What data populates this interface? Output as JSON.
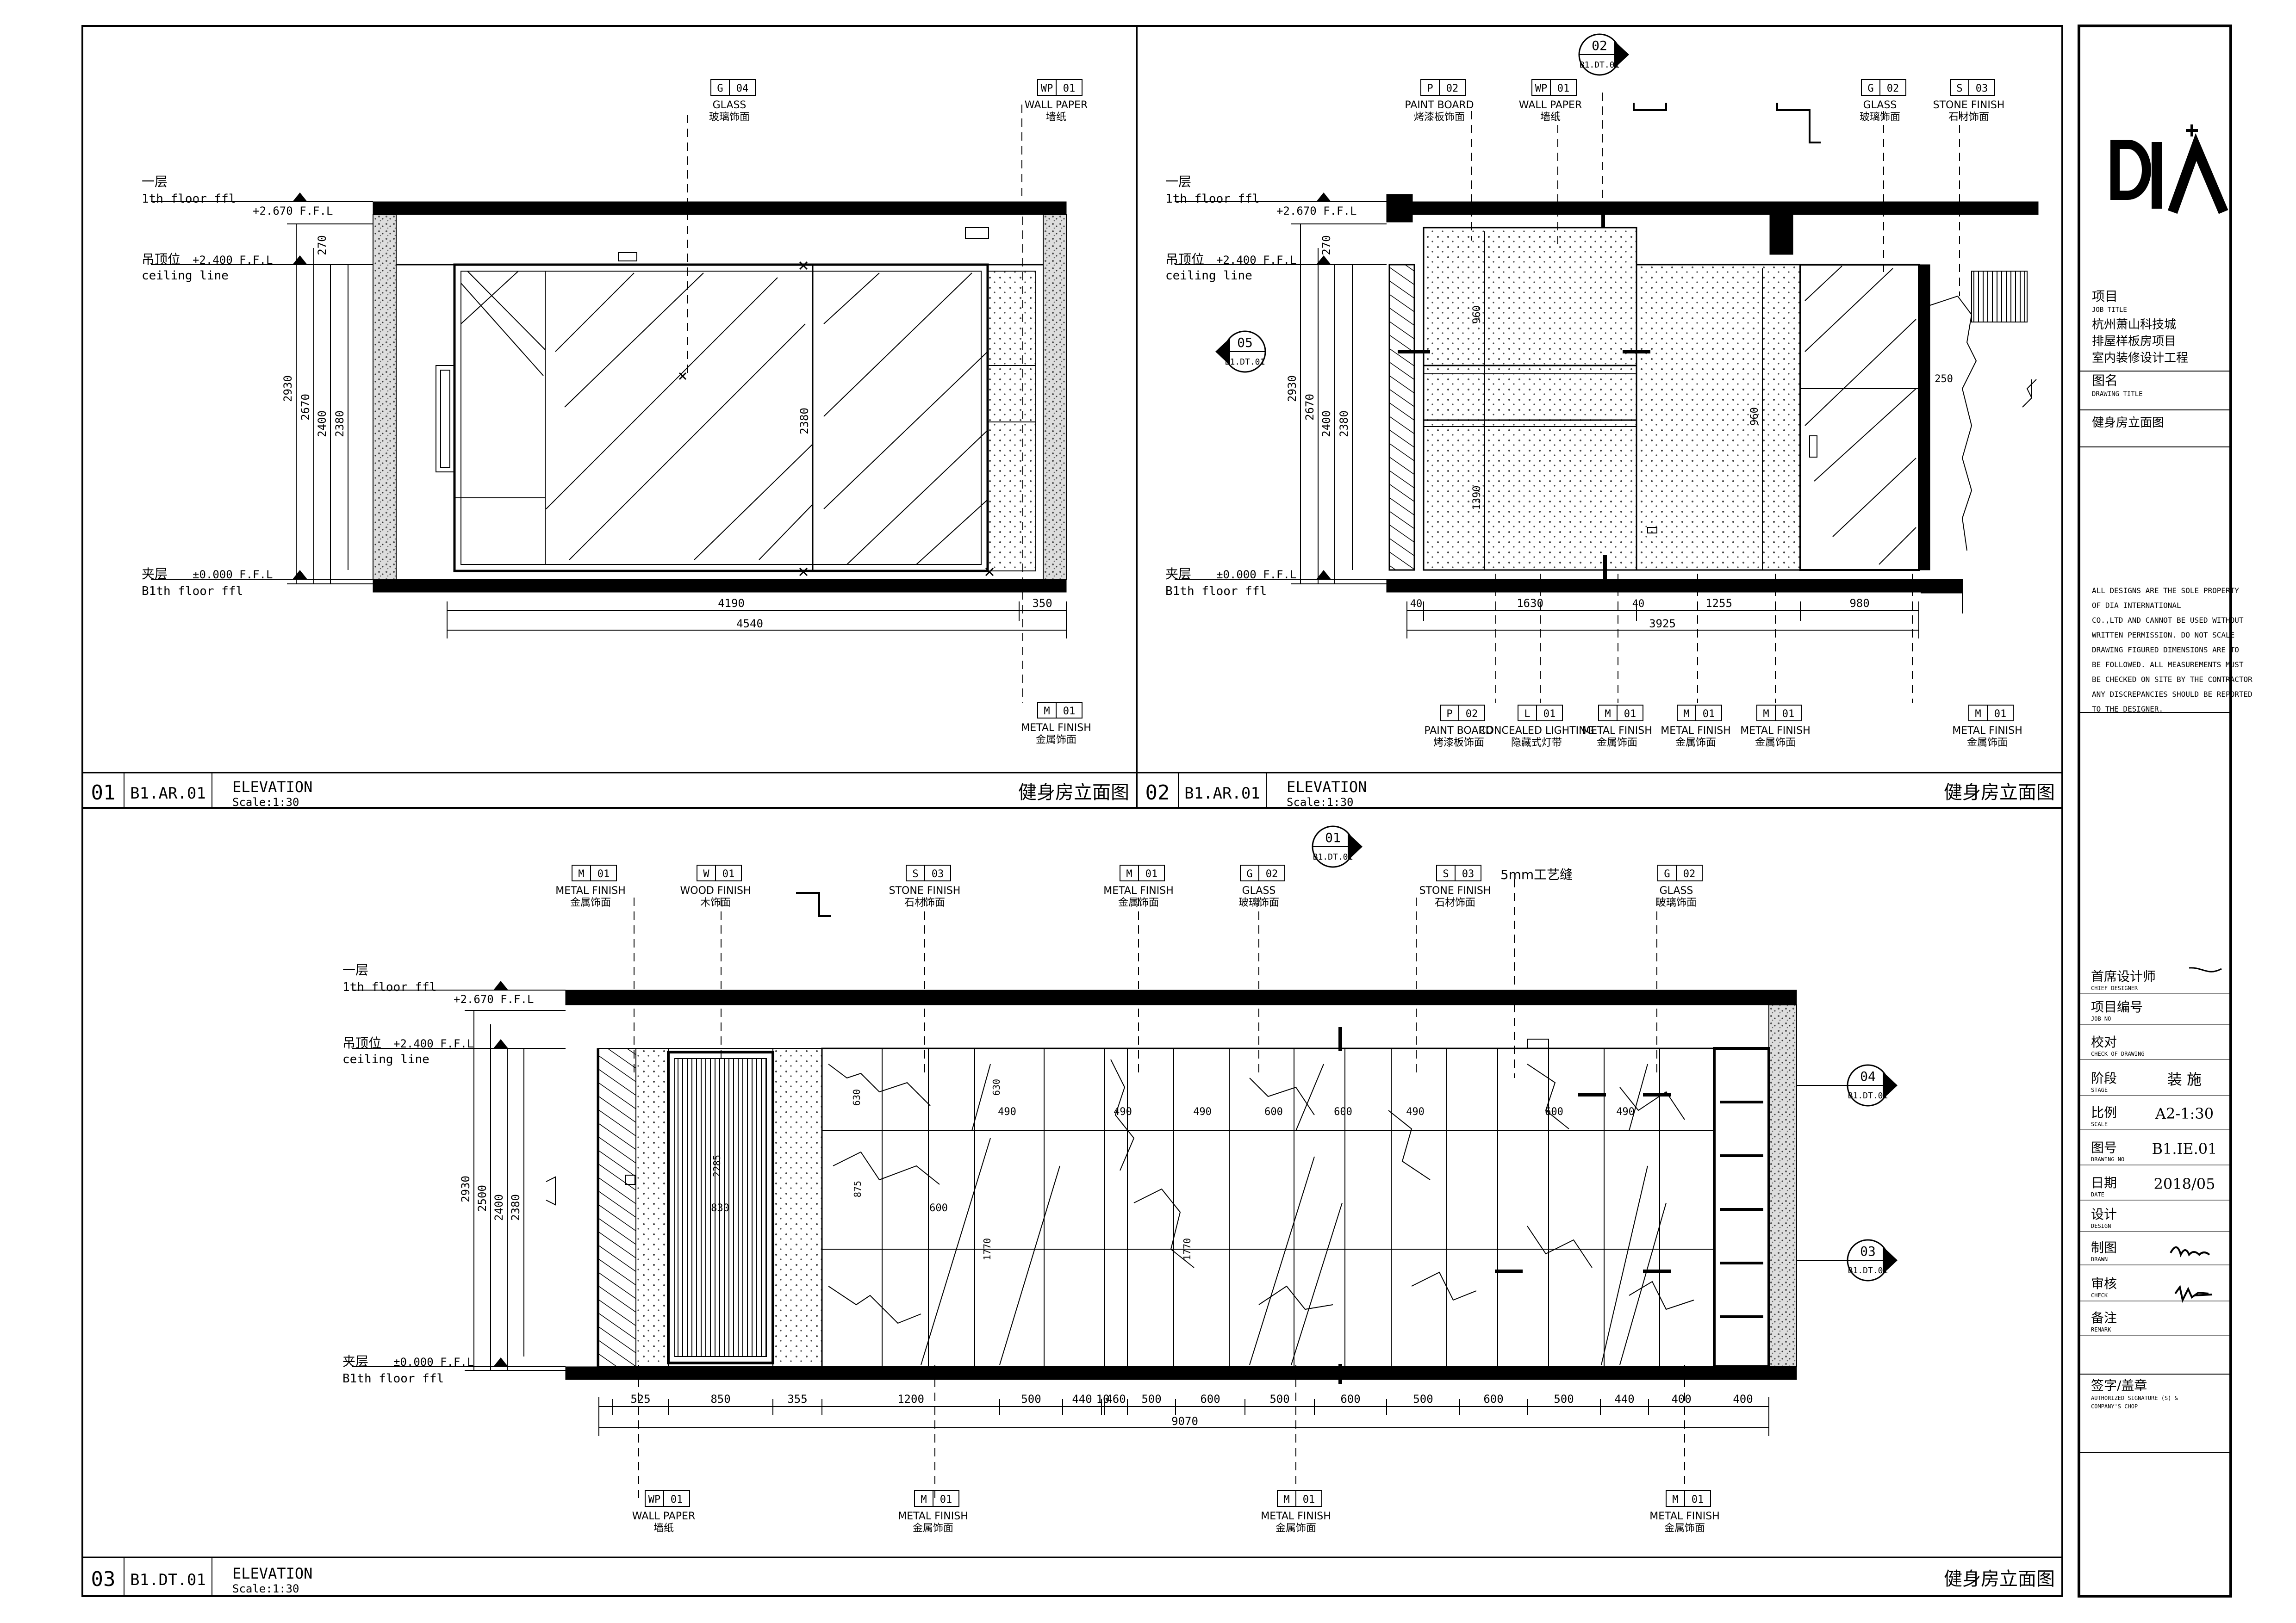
{
  "sheet_frame": {
    "logo": "DIA"
  },
  "title_block": {
    "project_label": "项目",
    "project_label_en": "JOB TITLE",
    "project_name": [
      "杭州萧山科技城",
      "排屋样板房项目",
      "室内装修设计工程"
    ],
    "drawing_title_label": "图名",
    "drawing_title_label_en": "DRAWING TITLE",
    "drawing_title": "健身房立面图",
    "copyright_note": [
      "ALL DESIGNS ARE THE SOLE PROPERTY",
      "OF DIA INTERNATIONAL",
      "CO.,LTD AND CANNOT BE USED WITHOUT",
      "WRITTEN PERMISSION. DO NOT SCALE",
      "DRAWING FIGURED DIMENSIONS ARE TO",
      "BE FOLLOWED. ALL MEASUREMENTS MUST",
      "BE CHECKED ON SITE BY THE CONTRACTOR",
      "ANY DISCREPANCIES SHOULD BE REPORTED",
      "TO THE DESIGNER."
    ],
    "rows": [
      {
        "label": "首席设计师",
        "label_en": "CHIEF DESIGNER",
        "value": ""
      },
      {
        "label": "项目编号",
        "label_en": "JOB NO",
        "value": ""
      },
      {
        "label": "校对",
        "label_en": "CHECK OF DRAWING",
        "value": ""
      },
      {
        "label": "阶段",
        "label_en": "STAGE",
        "value": "装 施"
      },
      {
        "label": "比例",
        "label_en": "SCALE",
        "value": "A2-1:30"
      },
      {
        "label": "图号",
        "label_en": "DRAWING NO",
        "value": "B1.IE.01"
      },
      {
        "label": "日期",
        "label_en": "DATE",
        "value": "2018/05"
      },
      {
        "label": "设计",
        "label_en": "DESIGN",
        "value": ""
      },
      {
        "label": "制图",
        "label_en": "DRAWN",
        "value": ""
      },
      {
        "label": "审核",
        "label_en": "CHECK",
        "value": ""
      },
      {
        "label": "备注",
        "label_en": "REMARK",
        "value": ""
      }
    ],
    "seal_label": "签字/盖章",
    "seal_label_en": [
      "AUTHORIZED SIGNATURE (S) &",
      "COMPANY'S CHOP"
    ]
  },
  "level_labels": {
    "floor1": "一层",
    "floor1_en": "1th floor ffl",
    "floor1_elev": "+2.670 F.F.L",
    "ceiling": "吊顶位",
    "ceiling_en": "ceiling line",
    "ceiling_elev": "+2.400 F.F.L",
    "mezz": "夹层",
    "mezz_en": "B1th floor ffl",
    "mezz_elev": "±0.000 F.F.L"
  },
  "elevations": [
    {
      "number": "01",
      "ref": "B1.AR.01",
      "type": "ELEVATION",
      "scale": "Scale:1:30",
      "title_cn": "健身房立面图",
      "tags": [
        {
          "code": "G",
          "num": "04",
          "en": "GLASS",
          "cn": "玻璃饰面"
        },
        {
          "code": "WP",
          "num": "01",
          "en": "WALL PAPER",
          "cn": "墙纸"
        },
        {
          "code": "M",
          "num": "01",
          "en": "METAL FINISH",
          "cn": "金属饰面"
        }
      ],
      "v_dims": [
        "2930",
        "2670",
        "2400",
        "2380",
        "270",
        "2380"
      ],
      "h_dims": [
        "4190",
        "350",
        "4540"
      ]
    },
    {
      "number": "02",
      "ref": "B1.AR.01",
      "type": "ELEVATION",
      "scale": "Scale:1:30",
      "title_cn": "健身房立面图",
      "tags": [
        {
          "code": "P",
          "num": "02",
          "en": "PAINT BOARD",
          "cn": "烤漆板饰面"
        },
        {
          "code": "WP",
          "num": "01",
          "en": "WALL PAPER",
          "cn": "墙纸"
        },
        {
          "code": "G",
          "num": "02",
          "en": "GLASS",
          "cn": "玻璃饰面"
        },
        {
          "code": "S",
          "num": "03",
          "en": "STONE FINISH",
          "cn": "石材饰面"
        },
        {
          "code": "P",
          "num": "02",
          "en": "PAINT BOARD",
          "cn": "烤漆板饰面"
        },
        {
          "code": "L",
          "num": "01",
          "en": "CONCEALED LIGHTING",
          "cn": "隐藏式灯带"
        },
        {
          "code": "M",
          "num": "01",
          "en": "METAL FINISH",
          "cn": "金属饰面"
        },
        {
          "code": "M",
          "num": "01",
          "en": "METAL FINISH",
          "cn": "金属饰面"
        },
        {
          "code": "M",
          "num": "01",
          "en": "METAL FINISH",
          "cn": "金属饰面"
        },
        {
          "code": "M",
          "num": "01",
          "en": "METAL FINISH",
          "cn": "金属饰面"
        }
      ],
      "callouts": [
        {
          "num": "02",
          "ref": "B1.DT.01"
        },
        {
          "num": "05",
          "ref": "B1.DT.01"
        }
      ],
      "v_dims": [
        "2930",
        "2670",
        "2400",
        "2380",
        "270",
        "960",
        "1390",
        "960",
        "250"
      ],
      "h_dims": [
        "40",
        "1630",
        "40",
        "1255",
        "980",
        "3925"
      ]
    },
    {
      "number": "03",
      "ref": "B1.DT.01",
      "type": "ELEVATION",
      "scale": "Scale:1:30",
      "title_cn": "健身房立面图",
      "tags": [
        {
          "code": "M",
          "num": "01",
          "en": "METAL FINISH",
          "cn": "金属饰面"
        },
        {
          "code": "W",
          "num": "01",
          "en": "WOOD FINISH",
          "cn": "木饰面"
        },
        {
          "code": "S",
          "num": "03",
          "en": "STONE FINISH",
          "cn": "石材饰面"
        },
        {
          "code": "M",
          "num": "01",
          "en": "METAL FINISH",
          "cn": "金属饰面"
        },
        {
          "code": "G",
          "num": "02",
          "en": "GLASS",
          "cn": "玻璃饰面"
        },
        {
          "code": "S",
          "num": "03",
          "en": "STONE FINISH",
          "cn": "石材饰面"
        },
        {
          "code": "G",
          "num": "02",
          "en": "GLASS",
          "cn": "玻璃饰面"
        },
        {
          "code": "WP",
          "num": "01",
          "en": "WALL PAPER",
          "cn": "墙纸"
        },
        {
          "code": "M",
          "num": "01",
          "en": "METAL FINISH",
          "cn": "金属饰面"
        },
        {
          "code": "M",
          "num": "01",
          "en": "METAL FINISH",
          "cn": "金属饰面"
        },
        {
          "code": "M",
          "num": "01",
          "en": "METAL FINISH",
          "cn": "金属饰面"
        }
      ],
      "groove_note": "5mm工艺缝",
      "callouts": [
        {
          "num": "01",
          "ref": "B1.DT.01"
        },
        {
          "num": "04",
          "ref": "B1.DT.01"
        },
        {
          "num": "03",
          "ref": "B1.DT.01"
        }
      ],
      "v_dims": [
        "2930",
        "2500",
        "2400",
        "2380",
        "2285",
        "1770",
        "1770",
        "875"
      ],
      "inner_dims": [
        "830",
        "600",
        "490",
        "490",
        "490",
        "600",
        "600",
        "490",
        "600",
        "490",
        "630",
        "630"
      ],
      "h_dims": [
        "525",
        "850",
        "355",
        "1200",
        "500",
        "440",
        "10",
        "460",
        "500",
        "600",
        "500",
        "600",
        "500",
        "600",
        "500",
        "440",
        "400",
        "9070"
      ]
    }
  ]
}
